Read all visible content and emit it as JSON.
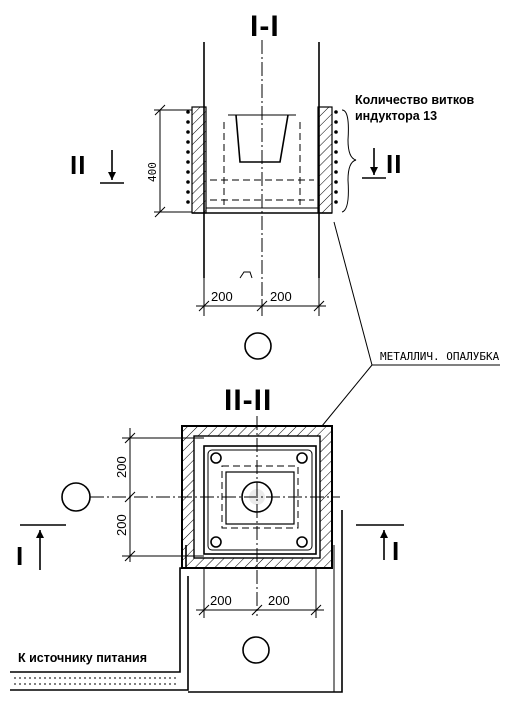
{
  "section_titles": {
    "top": "I-I",
    "bottom": "II-II"
  },
  "section_marks": {
    "left_upper": "II",
    "right_upper": "II",
    "left_lower": "I",
    "right_lower": "I"
  },
  "annotations": {
    "coil_turns": [
      "Количество витков",
      "индуктора 13"
    ],
    "formwork": "МЕТАЛЛИЧ. ОПАЛУБКА",
    "power_source": "К источнику питания"
  },
  "dimensions": {
    "top_height": "400",
    "top_left_width": "200",
    "top_right_width": "200",
    "plan_upper": "200",
    "plan_lower": "200",
    "bottom_left_width": "200",
    "bottom_right_width": "200"
  },
  "colors": {
    "ink": "#000000",
    "paper": "#ffffff"
  }
}
